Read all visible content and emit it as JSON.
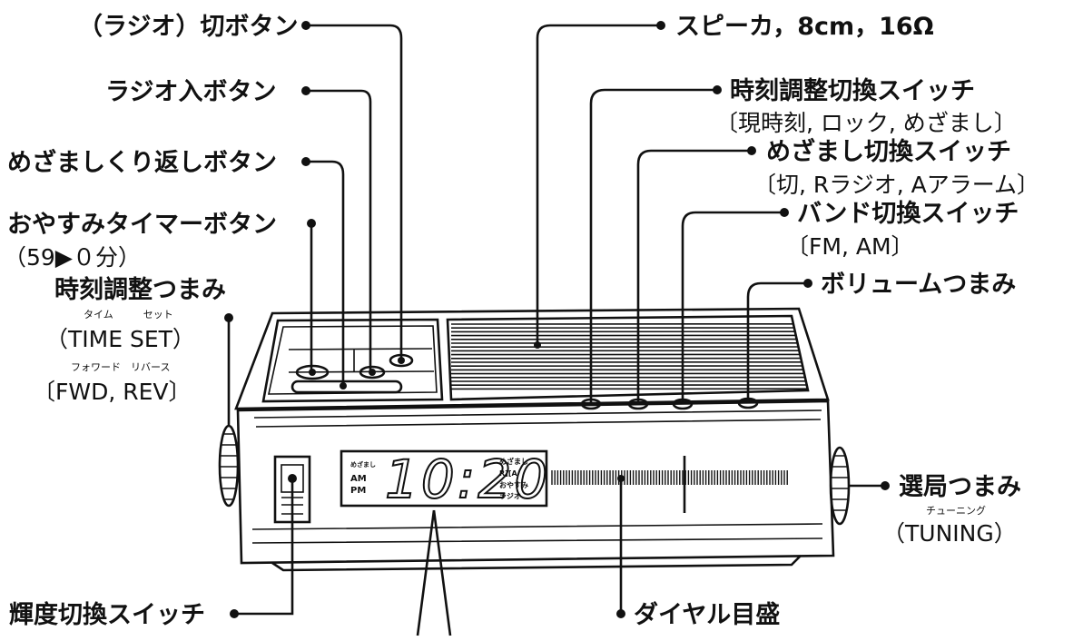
{
  "callouts": {
    "radio_off": "（ラジオ）切ボタン",
    "radio_on": "ラジオ入ボタン",
    "snooze": "めざましくり返しボタン",
    "sleep_timer": "おやすみタイマーボタン",
    "sleep_timer_note": "（59▶０分）",
    "time_set": "時刻調整つまみ",
    "time_set_ruby": "タイム　　　セット",
    "time_set_en": "（TIME SET）",
    "fwd_rev_ruby": "フォワード　リバース",
    "fwd_rev": "〔FWD, REV〕",
    "speaker": "スピーカ，8cm，16Ω",
    "time_mode_switch": "時刻調整切換スイッチ",
    "time_mode_options": "〔現時刻, ロック, めざまし〕",
    "alarm_switch": "めざまし切換スイッチ",
    "alarm_options": "〔切, Rラジオ, Aアラーム〕",
    "band_switch": "バンド切換スイッチ",
    "band_options": "〔FM, AM〕",
    "volume": "ボリュームつまみ",
    "tuning": "選局つまみ",
    "tuning_ruby": "チューニング",
    "tuning_en": "（TUNING）",
    "brightness_switch": "輝度切換スイッチ",
    "dial_scale": "ダイヤル目盛"
  },
  "display": {
    "time": "10:20",
    "am": "AM",
    "pm": "PM",
    "alarm_small": "めざまし",
    "alarm_tag": "めざまし",
    "ra_tag": "R][A",
    "sleep_tag": "おやすみ",
    "radio_tag": "ラジオ"
  }
}
